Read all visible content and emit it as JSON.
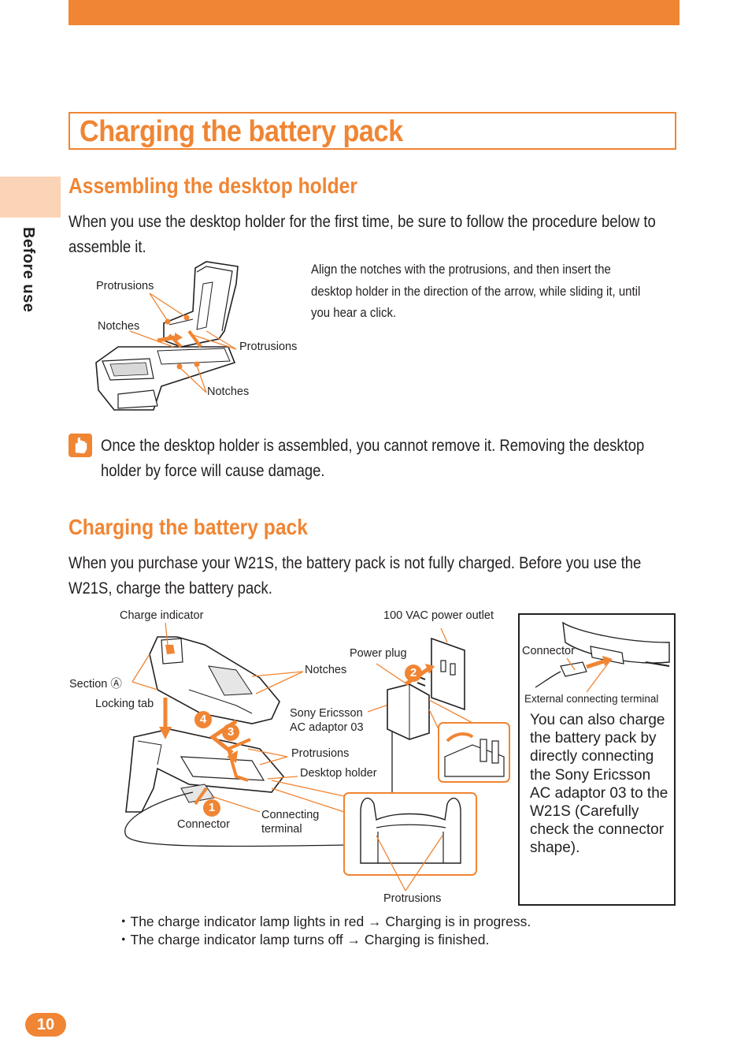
{
  "side_tab": {
    "label": "Before use"
  },
  "page_title": "Charging the battery pack",
  "section1": {
    "heading": "Assembling the desktop holder",
    "intro": "When you use the desktop holder for the first time, be sure to follow the procedure below to assemble it.",
    "instruction": "Align the notches with the protrusions, and then insert the desktop holder in the direction of the arrow, while sliding it, until you hear a click.",
    "labels": {
      "protrusions_top": "Protrusions",
      "notches_left": "Notches",
      "protrusions_right": "Protrusions",
      "notches_bottom": "Notches"
    },
    "warning": "Once the desktop holder is assembled, you cannot remove it. Removing the desktop holder by force will cause damage."
  },
  "section2": {
    "heading": "Charging the battery pack",
    "intro": "When you purchase your W21S, the battery pack is not fully charged. Before you use the W21S, charge the battery pack.",
    "labels": {
      "charge_indicator": "Charge indicator",
      "outlet": "100 VAC power outlet",
      "power_plug": "Power plug",
      "notches": "Notches",
      "section_a": "Section Ⓐ",
      "locking_tab": "Locking tab",
      "adaptor_line1": "Sony Ericsson",
      "adaptor_line2": "AC adaptor 03",
      "protrusions": "Protrusions",
      "desktop_holder": "Desktop holder",
      "connecting_line1": "Connecting",
      "connecting_line2": "terminal",
      "connector": "Connector",
      "protrusions_bottom": "Protrusions",
      "box_connector": "Connector",
      "box_external": "External connecting terminal"
    },
    "steps": {
      "s1": "1",
      "s2": "2",
      "s3": "3",
      "s4": "4"
    },
    "sidebox_text": "You can also charge the battery pack by directly connecting the Sony Ericsson AC adaptor 03 to the W21S (Carefully check the connector shape).",
    "bullets": [
      "・The charge indicator lamp lights in red → Charging is in progress.",
      "・The charge indicator lamp turns off → Charging is finished."
    ]
  },
  "page_number": "10",
  "colors": {
    "accent": "#f08533",
    "tab_bg": "#fbd3b6",
    "text": "#231f20"
  },
  "icons": [
    "hand-warning-icon"
  ]
}
